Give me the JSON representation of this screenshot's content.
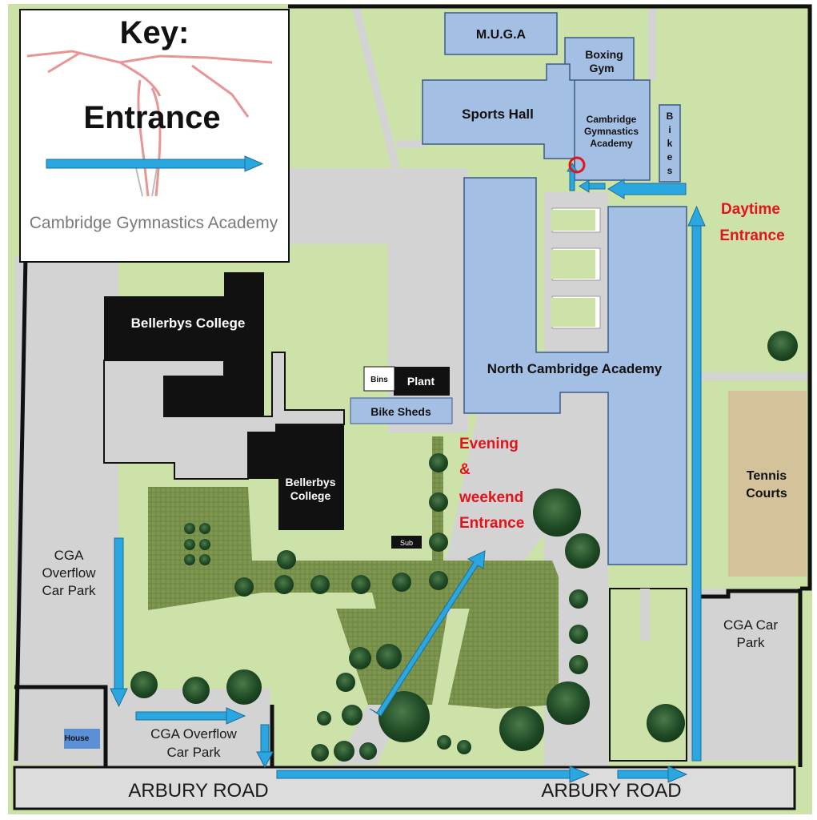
{
  "key": {
    "title": "Key:",
    "entrance_label": "Entrance",
    "brand": "Cambridge Gymnastics Academy"
  },
  "buildings": {
    "muga": "M.U.G.A",
    "boxing_gym_line1": "Boxing",
    "boxing_gym_line2": "Gym",
    "sports_hall": "Sports Hall",
    "cga_line1": "Cambridge",
    "cga_line2": "Gymnastics",
    "cga_line3": "Academy",
    "bikes": [
      "B",
      "i",
      "k",
      "e",
      "s"
    ],
    "bellerbys_1": "Bellerbys College",
    "bellerbys_2_line1": "Bellerbys",
    "bellerbys_2_line2": "College",
    "bins": "Bins",
    "plant": "Plant",
    "bike_sheds": "Bike Sheds",
    "nca": "North Cambridge Academy",
    "sub": "Sub",
    "tennis_line1": "Tennis",
    "tennis_line2": "Courts",
    "house": "House"
  },
  "labels": {
    "daytime_line1": "Daytime",
    "daytime_line2": "Entrance",
    "evening_line1": "Evening",
    "evening_line2": "&",
    "evening_line3": "weekend",
    "evening_line4": "Entrance",
    "overflow_left_line1": "CGA",
    "overflow_left_line2": "Overflow",
    "overflow_left_line3": "Car Park",
    "overflow_bottom_line1": "CGA Overflow",
    "overflow_bottom_line2": "Car Park",
    "cga_car_park_line1": "CGA Car",
    "cga_car_park_line2": "Park",
    "road_left": "ARBURY ROAD",
    "road_right": "ARBURY ROAD"
  },
  "colors": {
    "grass": "#cde2a8",
    "path": "#d3d3d3",
    "building_blue": "#a4bfe4",
    "building_black": "#111111",
    "arrow_blue": "#2aa6e0",
    "entrance_red": "#e0141c",
    "garden": "#7e9650",
    "tennis": "#d4c39a"
  },
  "icons": {
    "entrance_marker": "circle-marker-icon",
    "arrow": "arrow-icon",
    "tree": "tree-icon"
  }
}
